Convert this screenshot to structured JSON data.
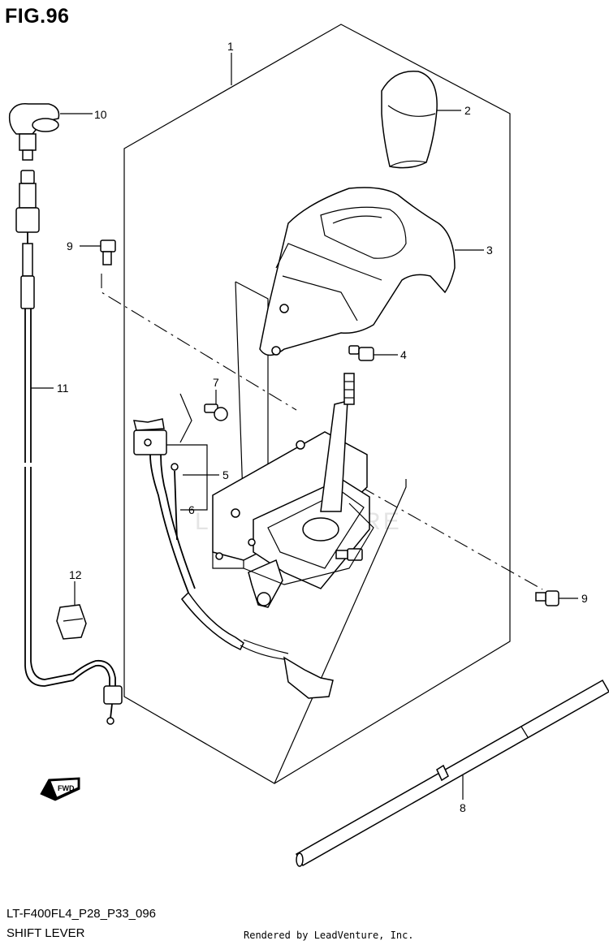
{
  "figure": {
    "title": "FIG.96",
    "model_code": "LT-F400FL4_P28_P33_096",
    "name": "SHIFT LEVER",
    "rendered_by": "Rendered by LeadVenture, Inc.",
    "watermark": "LEADVENTURE",
    "fwd_label": "FWD"
  },
  "callouts": [
    {
      "number": "1",
      "part": "shift-lever-assembly"
    },
    {
      "number": "2",
      "part": "shift-knob"
    },
    {
      "number": "3",
      "part": "lever-cover"
    },
    {
      "number": "4",
      "part": "bolt"
    },
    {
      "number": "5",
      "part": "switch-assembly"
    },
    {
      "number": "6",
      "part": "cable-tie"
    },
    {
      "number": "7",
      "part": "screw"
    },
    {
      "number": "8",
      "part": "shift-rod"
    },
    {
      "number": "9",
      "part": "bolt"
    },
    {
      "number": "9",
      "part": "bolt"
    },
    {
      "number": "10",
      "part": "cable-end-switch"
    },
    {
      "number": "11",
      "part": "shift-cable"
    },
    {
      "number": "12",
      "part": "cable-clamp"
    }
  ]
}
